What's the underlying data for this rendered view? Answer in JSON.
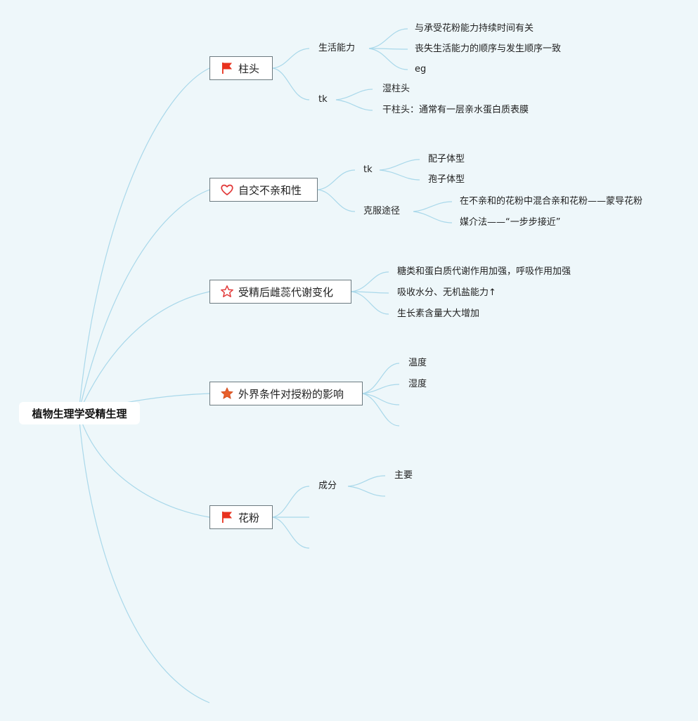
{
  "root": {
    "label": "植物生理学受精生理"
  },
  "topics": [
    {
      "label": "柱头",
      "icon": "red-flag-icon",
      "children": [
        {
          "label": "生活能力",
          "children": [
            "与承受花粉能力持续时间有关",
            "丧失生活能力的顺序与发生顺序一致",
            "eg"
          ]
        },
        {
          "label": "tk",
          "children": [
            "湿柱头",
            "干柱头：通常有一层亲水蛋白质表膜"
          ]
        }
      ]
    },
    {
      "label": "自交不亲和性",
      "icon": "heart-outline-icon",
      "children": [
        {
          "label": "tk",
          "children": [
            "配子体型",
            "孢子体型"
          ]
        },
        {
          "label": "克服途径",
          "children": [
            "在不亲和的花粉中混合亲和花粉——蒙导花粉",
            "媒介法——“一步步接近”"
          ]
        }
      ]
    },
    {
      "label": "受精后雌蕊代谢变化",
      "icon": "star-outline-icon",
      "children": [
        "糖类和蛋白质代谢作用加强，呼吸作用加强",
        "吸收水分、无机盐能力↑",
        "生长素含量大大增加"
      ]
    },
    {
      "label": "外界条件对授粉的影响",
      "icon": "orange-star-icon",
      "children": [
        "温度",
        "湿度"
      ]
    },
    {
      "label": "花粉",
      "icon": "red-flag-icon",
      "children": [
        {
          "label": "成分",
          "children": [
            "主要"
          ]
        }
      ]
    }
  ],
  "colors": {
    "background": "#eef7fa",
    "line": "#a9d8ea",
    "flag": "#e8321e",
    "heart": "#e23b3b",
    "star": "#e23b3b",
    "star_fill": "#e8602c"
  }
}
